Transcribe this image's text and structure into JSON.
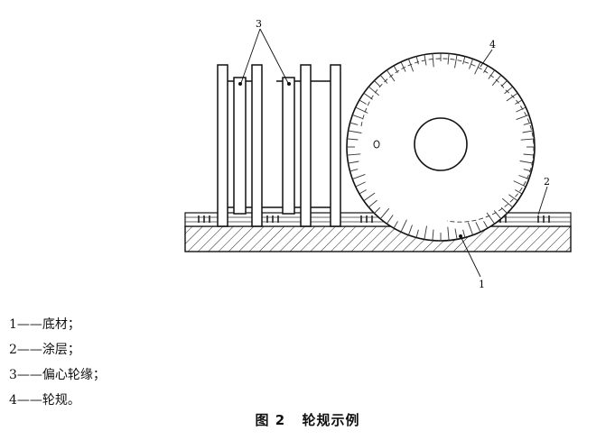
{
  "figure": {
    "callouts": {
      "c1": "1",
      "c2": "2",
      "c3": "3",
      "c4": "4"
    },
    "legend": [
      {
        "num": "1",
        "label": "底材；"
      },
      {
        "num": "2",
        "label": "涂层；"
      },
      {
        "num": "3",
        "label": "偏心轮缘；"
      },
      {
        "num": "4",
        "label": "轮规。"
      }
    ],
    "caption": {
      "number": "图 2",
      "title": "轮规示例"
    }
  },
  "colors": {
    "stroke": "#111111",
    "background": "#ffffff"
  }
}
